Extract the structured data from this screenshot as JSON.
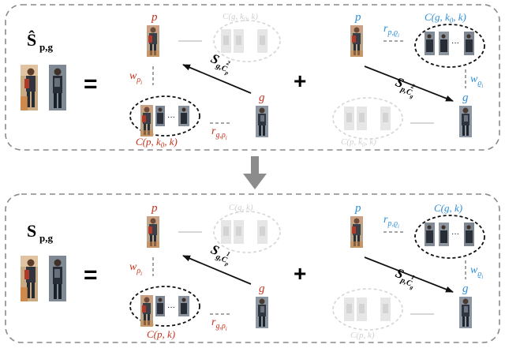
{
  "colors": {
    "red": "#c8321e",
    "blue": "#2e8fd8",
    "faint": "#d6d6d6",
    "panel_border": "#8a8a8a",
    "arrow_gray": "#8c8c8c"
  },
  "top_panel": {
    "lhs_symbol": "Ŝ",
    "lhs_subscript": "p,g",
    "equals": "=",
    "plus": "+",
    "left_term": {
      "probe": "p",
      "gallery": "g",
      "weight_w": "w",
      "weight_w_sub": "ρ",
      "weight_w_subsub": "i",
      "weight_r": "r",
      "weight_r_sub": "g,ρ",
      "weight_r_subsub": "i",
      "set_label": "C(p, k",
      "set_label_sub": "0",
      "set_label_end": ", k)",
      "faint_set_label": "C(g, k",
      "faint_set_label_sub": "0",
      "faint_set_label_end": ", k)",
      "ellipsis": "···",
      "arrow_label": "S",
      "arrow_sub": "g,C",
      "arrow_sub_sub": "p",
      "arrow_sup": "2"
    },
    "right_term": {
      "probe": "p",
      "gallery": "g",
      "weight_w": "w",
      "weight_w_sub": "ϱ",
      "weight_w_subsub": "i",
      "weight_r": "r",
      "weight_r_sub": "p,ϱ",
      "weight_r_subsub": "i",
      "set_label": "C(g, k",
      "set_label_sub": "0",
      "set_label_end": ", k)",
      "faint_set_label": "C(p, k",
      "faint_set_label_sub": "0",
      "faint_set_label_end": ", k)",
      "ellipsis": "···",
      "arrow_label": "S",
      "arrow_sub": "p,C",
      "arrow_sub_sub": "g",
      "arrow_sup": "2"
    }
  },
  "bottom_panel": {
    "lhs_symbol": "S",
    "lhs_subscript": "p,g",
    "equals": "=",
    "plus": "+",
    "left_term": {
      "probe": "p",
      "gallery": "g",
      "weight_w": "w",
      "weight_w_sub": "ρ",
      "weight_w_subsub": "i",
      "weight_r": "r",
      "weight_r_sub": "g,ρ",
      "weight_r_subsub": "i",
      "set_label": "C(p, k)",
      "faint_set_label": "C(g, k)",
      "ellipsis": "···",
      "arrow_label": "S",
      "arrow_sub": "g,C",
      "arrow_sub_sub": "p",
      "arrow_sup": "1"
    },
    "right_term": {
      "probe": "p",
      "gallery": "g",
      "weight_w": "w",
      "weight_w_sub": "ϱ",
      "weight_w_subsub": "i",
      "weight_r": "r",
      "weight_r_sub": "p,ϱ",
      "weight_r_subsub": "i",
      "set_label": "C(g, k)",
      "faint_set_label": "C(p, k)",
      "ellipsis": "···",
      "arrow_label": "S",
      "arrow_sub": "p,C",
      "arrow_sub_sub": "g",
      "arrow_sup": "1"
    }
  }
}
